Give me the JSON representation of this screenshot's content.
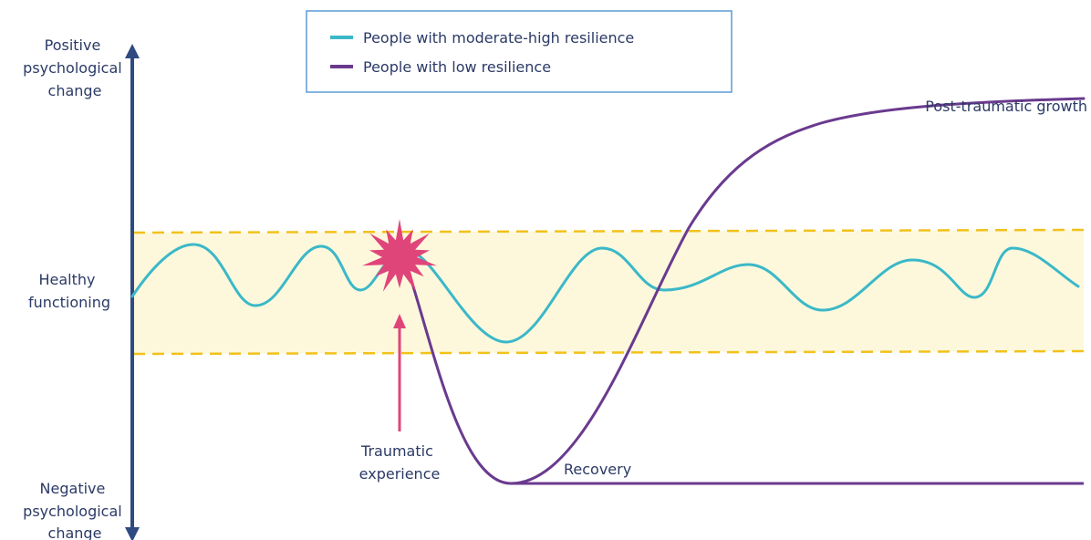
{
  "y_axis": {
    "top_label": [
      "Positive",
      "psychological",
      "change"
    ],
    "middle_label": [
      "Healthy",
      "functioning"
    ],
    "bottom_label": [
      "Negative",
      "psychological",
      "change"
    ]
  },
  "legend": {
    "items": [
      {
        "label": "People with moderate-high resilience",
        "color": "#3bb8c8"
      },
      {
        "label": "People with low resilience",
        "color": "#6a3a8e"
      }
    ]
  },
  "annotations": {
    "traumatic": [
      "Traumatic",
      "experience"
    ],
    "recovery": "Recovery",
    "growth": "Post-traumatic growth"
  },
  "colors": {
    "axis": "#2f4a80",
    "band_fill": "#fdf8dc",
    "band_line": "#f2c11a",
    "resilient_line": "#3bb8c8",
    "low_line": "#6a3a8e",
    "burst": "#e0457a",
    "legend_border": "#5b9bd5",
    "text": "#2b3a66"
  }
}
